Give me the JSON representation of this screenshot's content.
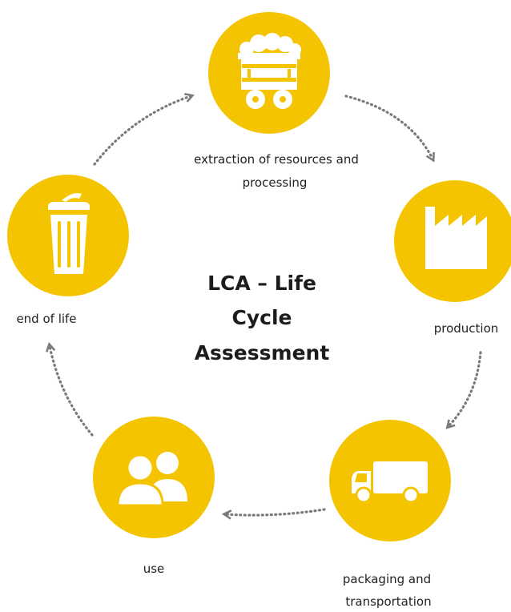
{
  "title": {
    "line1": "LCA – Life",
    "line2": "Cycle",
    "line3": "Assessment"
  },
  "stages": {
    "extraction": {
      "line1": "extraction of resources and",
      "line2": "processing",
      "icon": "mine-cart-icon"
    },
    "production": {
      "line1": "production",
      "icon": "factory-icon"
    },
    "packaging": {
      "line1": "packaging and",
      "line2": "transportation",
      "icon": "truck-icon"
    },
    "use": {
      "line1": "use",
      "icon": "users-icon"
    },
    "end_of_life": {
      "line1": "end of life",
      "icon": "trash-can-icon"
    }
  },
  "colors": {
    "circle": "#f5c400",
    "icon": "#ffffff",
    "arrow": "#7a7a7a",
    "text": "#222222"
  }
}
